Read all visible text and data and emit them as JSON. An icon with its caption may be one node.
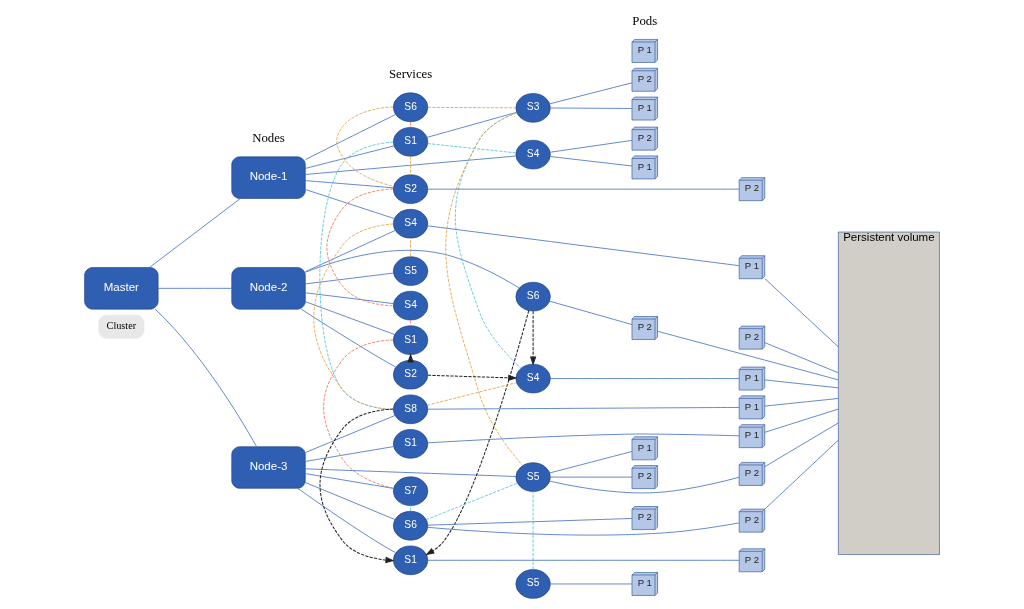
{
  "diagram": {
    "nodes": [
      {
        "text": [
          "Cluster"
        ]
      },
      {
        "text": [
          "Master"
        ]
      },
      {
        "text": [
          "Node-1"
        ]
      },
      {
        "text": [
          "Node-2"
        ]
      },
      {
        "text": [
          "Node-3"
        ]
      },
      {
        "text": [
          "S6"
        ]
      },
      {
        "text": [
          "S1"
        ]
      },
      {
        "text": [
          "S3"
        ]
      },
      {
        "text": [
          "S2"
        ]
      },
      {
        "text": [
          "S5"
        ]
      },
      {
        "text": [
          "S4"
        ]
      },
      {
        "text": [
          "S4"
        ]
      },
      {
        "text": [
          "S2"
        ]
      },
      {
        "text": [
          "S5"
        ]
      },
      {
        "text": [
          "S4"
        ]
      },
      {
        "text": [
          "S1"
        ]
      },
      {
        "text": [
          "S6"
        ]
      },
      {
        "text": [
          "S1"
        ]
      },
      {
        "text": [
          "S8"
        ]
      },
      {
        "text": [
          "S4"
        ]
      },
      {
        "text": [
          "S1"
        ]
      },
      {
        "text": [
          "S6"
        ]
      },
      {
        "text": [
          "S5"
        ]
      },
      {
        "text": [
          "S7"
        ]
      },
      {
        "text": [
          "P 1"
        ]
      },
      {
        "text": [
          "P 2"
        ]
      },
      {
        "text": [
          "P 1"
        ]
      },
      {
        "text": [
          "P 2"
        ]
      },
      {
        "text": [
          "P 1"
        ]
      },
      {
        "text": [
          "P 2"
        ]
      },
      {
        "text": [
          "P 2"
        ]
      },
      {
        "text": [
          "P 1"
        ]
      },
      {
        "text": [
          "P 1"
        ]
      },
      {
        "text": [
          "P 2"
        ]
      },
      {
        "text": [
          "P 2"
        ]
      },
      {
        "text": [
          "P 1"
        ]
      },
      {
        "text": [
          "P 1"
        ]
      },
      {
        "text": [
          "P 2"
        ]
      },
      {
        "text": [
          "P 2"
        ]
      },
      {
        "text": [
          "P 1"
        ]
      },
      {
        "text": [
          "P 1"
        ]
      },
      {
        "text": [
          "P 2"
        ]
      },
      {
        "text": [
          "P 2"
        ]
      },
      {
        "text": [
          "Persistent volume"
        ]
      }
    ],
    "edges": [
      {
        "from": 1,
        "to": 2,
        "arrow": "none"
      },
      {
        "from": 1,
        "to": 3,
        "arrow": "none"
      },
      {
        "from": 1,
        "to": 4,
        "arrow": "none"
      },
      {
        "from": 2,
        "to": 5,
        "arrow": "none"
      },
      {
        "from": 2,
        "to": 6,
        "arrow": "none"
      },
      {
        "from": 2,
        "to": 8,
        "arrow": "none"
      },
      {
        "from": 2,
        "to": 10,
        "arrow": "none"
      },
      {
        "from": 2,
        "to": 11,
        "arrow": "none"
      },
      {
        "from": 6,
        "to": 7,
        "arrow": "none"
      },
      {
        "from": 3,
        "to": 9,
        "arrow": "none"
      },
      {
        "from": 3,
        "to": 11,
        "arrow": "none"
      },
      {
        "from": 3,
        "to": 12,
        "arrow": "none"
      },
      {
        "from": 3,
        "to": 14,
        "arrow": "none"
      },
      {
        "from": 3,
        "to": 16,
        "arrow": "none"
      },
      {
        "from": 3,
        "to": 15,
        "arrow": "none"
      },
      {
        "from": 4,
        "to": 17,
        "arrow": "none"
      },
      {
        "from": 4,
        "to": 18,
        "arrow": "none"
      },
      {
        "from": 4,
        "to": 20,
        "arrow": "none"
      },
      {
        "from": 4,
        "to": 21,
        "arrow": "none"
      },
      {
        "from": 4,
        "to": 23,
        "arrow": "none"
      },
      {
        "from": 4,
        "to": 22,
        "arrow": "none"
      },
      {
        "from": 7,
        "to": 24,
        "arrow": "none"
      },
      {
        "from": 7,
        "to": 25,
        "arrow": "none"
      },
      {
        "from": 8,
        "to": 27,
        "arrow": "none"
      },
      {
        "from": 10,
        "to": 28,
        "arrow": "none"
      },
      {
        "from": 10,
        "to": 29,
        "arrow": "none"
      },
      {
        "from": 11,
        "to": 31,
        "arrow": "none"
      },
      {
        "from": 13,
        "to": 32,
        "arrow": "none"
      },
      {
        "from": 16,
        "to": 34,
        "arrow": "none"
      },
      {
        "from": 17,
        "to": 37,
        "arrow": "none"
      },
      {
        "from": 18,
        "to": 35,
        "arrow": "none"
      },
      {
        "from": 20,
        "to": 39,
        "arrow": "none"
      },
      {
        "from": 19,
        "to": 26,
        "arrow": "none"
      },
      {
        "from": 21,
        "to": 30,
        "arrow": "none"
      },
      {
        "from": 21,
        "to": 38,
        "arrow": "none"
      },
      {
        "from": 22,
        "to": 33,
        "arrow": "none"
      },
      {
        "from": 22,
        "to": 40,
        "arrow": "none"
      },
      {
        "from": 22,
        "to": 42,
        "arrow": "none"
      },
      {
        "from": 26,
        "to": 43,
        "arrow": "none"
      },
      {
        "from": 30,
        "to": 43,
        "arrow": "none"
      },
      {
        "from": 31,
        "to": 43,
        "arrow": "none"
      },
      {
        "from": 33,
        "to": 43,
        "arrow": "none"
      },
      {
        "from": 34,
        "to": 43,
        "arrow": "none"
      },
      {
        "from": 35,
        "to": 43,
        "arrow": "none"
      },
      {
        "from": 39,
        "to": 43,
        "arrow": "none"
      },
      {
        "from": 41,
        "to": 43,
        "arrow": "none"
      },
      {
        "from": 12,
        "to": 15,
        "arrow": "to",
        "style": "dashed",
        "color": "#222222"
      },
      {
        "from": 12,
        "to": 19,
        "arrow": "to",
        "style": "dashed",
        "color": "#222222"
      },
      {
        "from": 16,
        "to": 17,
        "arrow": "to",
        "style": "dashed",
        "color": "#222222"
      },
      {
        "from": 18,
        "to": 17,
        "arrow": "to",
        "style": "dashed",
        "color": "#222222"
      },
      {
        "from": 16,
        "to": 19,
        "arrow": "to",
        "style": "dashed",
        "color": "#222222"
      },
      {
        "from": 5,
        "to": 7,
        "arrow": "none",
        "style": "dashed",
        "color": "#d9a441"
      },
      {
        "from": 6,
        "to": 8,
        "arrow": "none",
        "style": "dashed",
        "color": "#d9a441"
      },
      {
        "from": 5,
        "to": 8,
        "arrow": "none",
        "style": "dashed",
        "color": "#d9a441"
      },
      {
        "from": 9,
        "to": 11,
        "arrow": "none",
        "style": "dashed",
        "color": "#d9a441"
      },
      {
        "from": 7,
        "to": 22,
        "arrow": "none",
        "style": "dashed",
        "color": "#d9a441"
      },
      {
        "from": 11,
        "to": 18,
        "arrow": "none",
        "style": "dashed",
        "color": "#d9a441"
      },
      {
        "from": 18,
        "to": 19,
        "arrow": "none",
        "style": "dashed",
        "color": "#d9a441"
      },
      {
        "from": 5,
        "to": 6,
        "arrow": "none",
        "style": "dashed",
        "color": "#e8735a"
      },
      {
        "from": 8,
        "to": 14,
        "arrow": "none",
        "style": "dashed",
        "color": "#e8735a"
      },
      {
        "from": 14,
        "to": 15,
        "arrow": "none",
        "style": "dashed",
        "color": "#e8735a"
      },
      {
        "from": 15,
        "to": 23,
        "arrow": "none",
        "style": "dashed",
        "color": "#e8735a"
      },
      {
        "from": 6,
        "to": 10,
        "arrow": "none",
        "style": "dashed",
        "color": "#4fc3dc"
      },
      {
        "from": 6,
        "to": 18,
        "arrow": "none",
        "style": "dashed",
        "color": "#4fc3dc"
      },
      {
        "from": 7,
        "to": 19,
        "arrow": "none",
        "style": "dashed",
        "color": "#4fc3dc"
      },
      {
        "from": 21,
        "to": 23,
        "arrow": "none",
        "style": "dashed",
        "color": "#4fc3dc"
      },
      {
        "from": 21,
        "to": 22,
        "arrow": "none",
        "style": "dashed",
        "color": "#4fc3dc"
      },
      {
        "from": 13,
        "to": 22,
        "arrow": "none",
        "style": "dashed",
        "color": "#4fc3dc"
      }
    ],
    "labels": [
      "Services",
      "Nodes",
      "Pods"
    ]
  }
}
